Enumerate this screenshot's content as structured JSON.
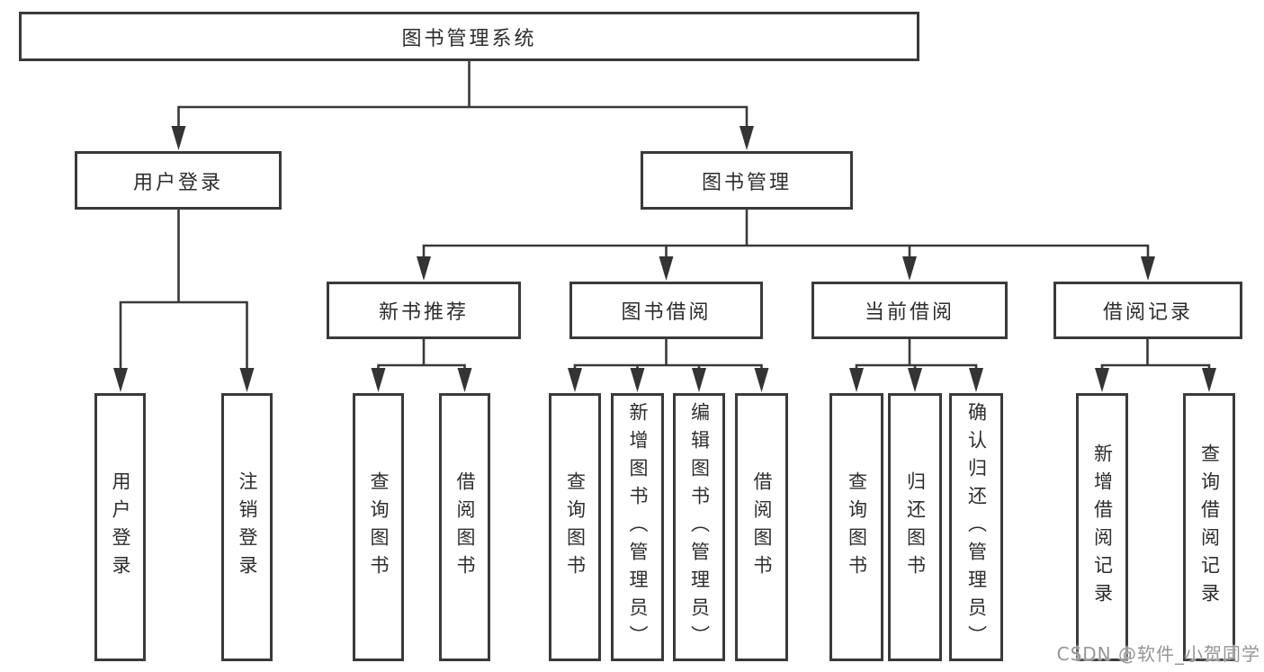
{
  "diagram": {
    "title": "图书管理系统",
    "groups": {
      "user_login": {
        "label": "用户登录",
        "children": [
          "用户登录",
          "注销登录"
        ]
      },
      "book_management": {
        "label": "图书管理"
      },
      "new_book_recommend": {
        "label": "新书推荐",
        "children": [
          "查询图书",
          "借阅图书"
        ]
      },
      "book_borrowing": {
        "label": "图书借阅",
        "children": [
          "查询图书",
          "新增图书（管理员）",
          "编辑图书（管理员）",
          "借阅图书"
        ]
      },
      "current_borrowing": {
        "label": "当前借阅",
        "children": [
          "查询图书",
          "归还图书",
          "确认归还（管理员）"
        ]
      },
      "borrowing_records": {
        "label": "借阅记录",
        "children": [
          "新增借阅记录",
          "查询借阅记录"
        ]
      }
    },
    "colors": {
      "line": "#3a3a3a",
      "text": "#2d2d2d",
      "box_fill": "#ffffff",
      "watermark": "#969696"
    }
  },
  "watermark": {
    "text": "CSDN @软件_小贺同学"
  }
}
